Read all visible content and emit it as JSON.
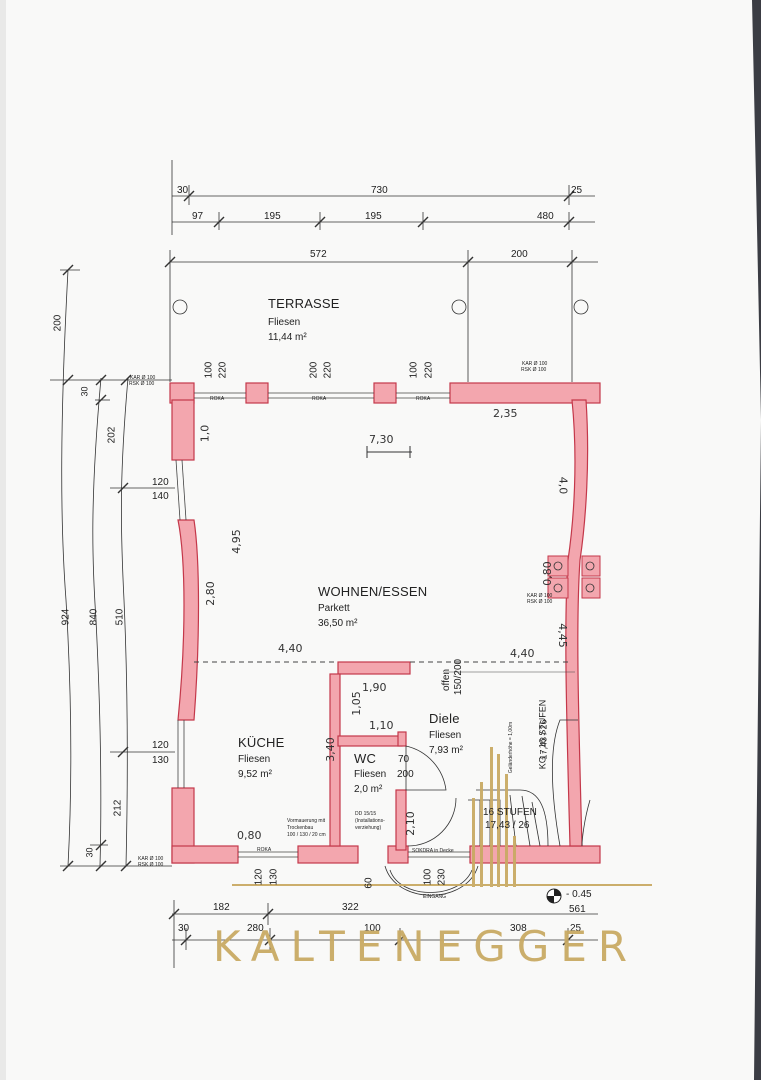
{
  "dimensions": {
    "top_total": "730",
    "top_left_30": "30",
    "top_right_25": "25",
    "top_97": "97",
    "top_195a": "195",
    "top_195b": "195",
    "top_480": "480",
    "terrace_572": "572",
    "terrace_200": "200",
    "left_200": "200",
    "left_924": "924",
    "left_840": "840",
    "left_510": "510",
    "left_202": "202",
    "left_30": "30",
    "left_212": "212",
    "left_30b": "30",
    "w1_120": "120",
    "w1_140": "140",
    "w2_120": "120",
    "w2_130": "130",
    "win1_100": "100",
    "win1_220": "220",
    "win2_200": "200",
    "win2_220": "220",
    "win3_100": "100",
    "win3_220": "220",
    "door_offen": "offen",
    "door_150_200": "150/200",
    "wc_70": "70",
    "wc_200": "200",
    "bot_120": "120",
    "bot_130": "130",
    "bot_60": "60",
    "bot_100": "100",
    "bot_230": "230",
    "bottom_182": "182",
    "bottom_322": "322",
    "bottom_561": "561",
    "bottom_30": "30",
    "bottom_280": "280",
    "bottom_100": "100",
    "bottom_308": "308",
    "bottom_25": "25",
    "level": "- 0.45"
  },
  "rooms": {
    "terrasse": {
      "name": "TERRASSE",
      "floor": "Fliesen",
      "area": "11,44 m²"
    },
    "wohnen": {
      "name": "WOHNEN/ESSEN",
      "floor": "Parkett",
      "area": "36,50 m²"
    },
    "kueche": {
      "name": "KÜCHE",
      "floor": "Fliesen",
      "area": "9,52 m²"
    },
    "diele": {
      "name": "Diele",
      "floor": "Fliesen",
      "area": "7,93 m²"
    },
    "wc": {
      "name": "WC",
      "floor": "Fliesen",
      "area": "2,0 m²"
    }
  },
  "notes": {
    "roka1": "ROKA",
    "roka2": "ROKA",
    "roka3": "ROKA",
    "roka_bottom": "ROKA",
    "kar_top_left": "KAR Ø 100",
    "rsk_top_left": "RSK Ø 100",
    "kar_top_right": "KAR Ø 100",
    "rsk_top_right": "RSK Ø 100",
    "kar_bot_left": "KAR Ø 100",
    "rsk_bot_left": "RSK Ø 100",
    "vormauerung_1": "Vormauerung mit",
    "vormauerung_2": "Trockenbau",
    "vormauerung_3": "100 / 130 / 20 cm",
    "dd_1": "DD 15/15",
    "dd_2": "(Installations-",
    "dd_3": "verziehung)",
    "sokdra": "SOKDRA in Decke",
    "stairs_main": "KG - 16 STUFEN",
    "stairs_main_ratio": "17,43 / 26",
    "stairs_geländer": "Geländerhöhe = 1,00m",
    "stairs_16": "16 STUFEN",
    "stairs_16_ratio": "17,43 / 26",
    "eingang": "EINGANG",
    "small_right_1": "KAR Ø 100",
    "small_right_2": "RSK Ø 100"
  },
  "handwritten": {
    "h_730": "7,30",
    "h_235": "2,35",
    "h_10": "1,0",
    "h_495": "4,95",
    "h_280": "2,80",
    "h_40": "4,0",
    "h_080": "0,80",
    "h_445": "4,45",
    "h_440": "4,40",
    "h_440b": "4,40",
    "h_190": "1,90",
    "h_105": "1,05",
    "h_110": "1,10",
    "h_340": "3,40",
    "h_210": "2,10",
    "h_080b": "0,80"
  },
  "brand": {
    "name": "KALTENEGGER"
  }
}
